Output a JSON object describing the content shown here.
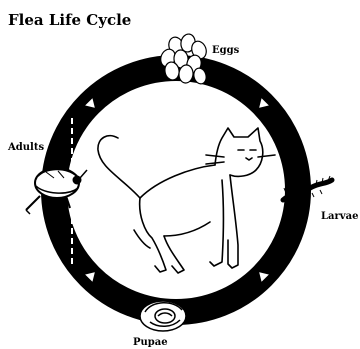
{
  "title": "Flea Life Cycle",
  "stages": {
    "eggs": "Eggs",
    "larvae": "Larvae",
    "pupae": "Pupae",
    "adults": "Adults"
  },
  "colors": {
    "ring": "#000000",
    "arrow_fill": "#ffffff",
    "background": "#ffffff"
  },
  "center_image": "cat-illustration",
  "icons": [
    "eggs-cluster-icon",
    "larva-icon",
    "pupa-cocoon-icon",
    "adult-flea-icon"
  ]
}
